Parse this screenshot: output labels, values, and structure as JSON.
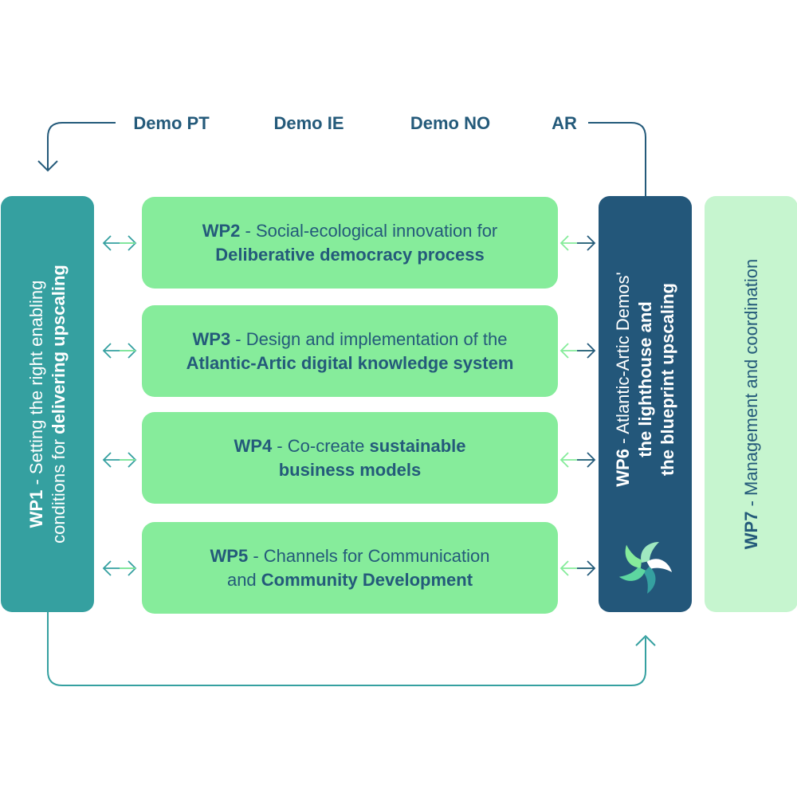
{
  "demos": {
    "pt": "Demo PT",
    "ie": "Demo IE",
    "no": "Demo NO",
    "ar": "AR"
  },
  "wp1": {
    "code": "WP1",
    "text_a": " - Setting the right enabling",
    "text_b": "conditions for ",
    "text_b_bold": "delivering upscaling"
  },
  "wp2": {
    "code": "WP2",
    "line1": " - Social-ecological innovation for",
    "line2_bold": "Deliberative democracy process"
  },
  "wp3": {
    "code": "WP3",
    "line1": " - Design and implementation of the",
    "line2_bold": "Atlantic-Artic digital knowledge system"
  },
  "wp4": {
    "code": "WP4",
    "line1": " - Co-create ",
    "line1_bold": "sustainable",
    "line2_bold": "business models"
  },
  "wp5": {
    "code": "WP5",
    "line1": " - Channels for Communication",
    "line2": "and ",
    "line2_bold": "Community Development"
  },
  "wp6": {
    "code": "WP6",
    "line1": " - Atlantic-Artic Demos'",
    "line2_bold": "the lighthouse and",
    "line3_bold": "the blueprint upscaling"
  },
  "wp7": {
    "code": "WP7",
    "text": " - Management and coordination"
  },
  "colors": {
    "navy": "#245a7a",
    "teal": "#35a0a0",
    "green": "#86ec9b",
    "light_green": "#c6f5cf",
    "dark_box": "#23577a"
  },
  "icons": {
    "logo": "pinwheel-logo-icon",
    "double_arrow": "double-arrow-icon",
    "right_arrow": "right-arrow-icon"
  }
}
